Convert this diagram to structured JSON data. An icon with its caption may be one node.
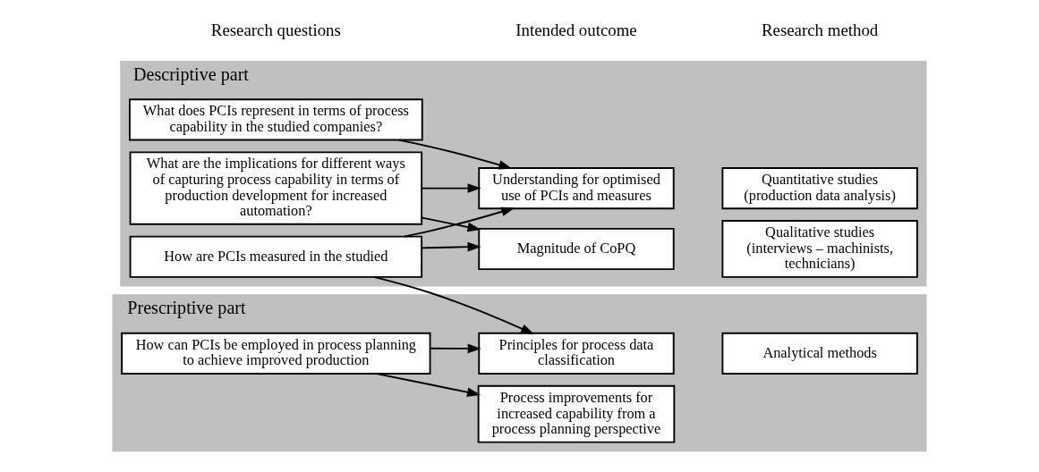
{
  "diagram": {
    "nodes": [
      {
        "text": [
          "Descriptive part"
        ]
      },
      {
        "text": [
          "How are PCIs measured in the studied"
        ],
        "in": 0
      },
      {
        "text": [
          "What does PCIs represent in terms of process capability in the studied companies?"
        ],
        "in": 0
      },
      {
        "text": [
          "What are the implications for different ways of capturing process capability in terms of production development for increased automation?"
        ],
        "in": 0
      },
      {
        "text": [
          "Magnitude of CoPQ"
        ],
        "in": 0
      },
      {
        "text": [
          "Understanding for optimised use of PCIs and measures"
        ],
        "in": 0
      },
      {
        "text": [
          "Quantitative studies (production data analysis)"
        ],
        "in": 0
      },
      {
        "text": [
          "Qualitative studies (interviews – machinists, technicians)"
        ],
        "in": 0
      },
      {
        "text": [
          "Prescriptive part"
        ]
      },
      {
        "text": [
          "How can PCIs be employed in process planning to achieve improved production"
        ],
        "in": 8
      },
      {
        "text": [
          "Principles for process data classification"
        ],
        "in": 8
      },
      {
        "text": [
          "Process improvements for increased capability from a process planning perspective"
        ],
        "in": 8
      },
      {
        "text": [
          "Analytical methods"
        ],
        "in": 8
      }
    ],
    "edges": [
      {
        "from": 1,
        "to": 4,
        "arrow": "to"
      },
      {
        "from": 1,
        "to": 5,
        "arrow": "to"
      },
      {
        "from": 1,
        "to": 10,
        "arrow": "to"
      },
      {
        "from": 2,
        "to": 5,
        "arrow": "to"
      },
      {
        "from": 3,
        "to": 4,
        "arrow": "to"
      },
      {
        "from": 3,
        "to": 5,
        "arrow": "to"
      },
      {
        "from": 9,
        "to": 10,
        "arrow": "to"
      },
      {
        "from": 9,
        "to": 11,
        "arrow": "to"
      }
    ],
    "labels": [
      "Research questions",
      "Intended outcome",
      "Research method"
    ]
  }
}
